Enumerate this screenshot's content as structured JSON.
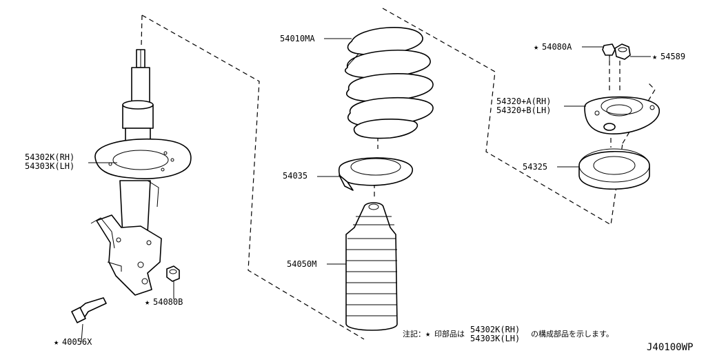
{
  "diagram_code": "J40100WP",
  "parts": [
    {
      "id": "strut",
      "labels": [
        "54302K(RH)",
        "54303K(LH)"
      ],
      "starred": false
    },
    {
      "id": "bolt",
      "labels": [
        "40056X"
      ],
      "starred": true
    },
    {
      "id": "nut-strut",
      "labels": [
        "54080B"
      ],
      "starred": true
    },
    {
      "id": "coil-spring",
      "labels": [
        "54010MA"
      ],
      "starred": false
    },
    {
      "id": "spring-seat",
      "labels": [
        "54035"
      ],
      "starred": false
    },
    {
      "id": "bound-bumper",
      "labels": [
        "54050M"
      ],
      "starred": false
    },
    {
      "id": "nut-mount-small",
      "labels": [
        "54080A"
      ],
      "starred": true
    },
    {
      "id": "nut-mount",
      "labels": [
        "54589"
      ],
      "starred": false
    },
    {
      "id": "strut-mount",
      "labels": [
        "54320+A(RH)",
        "54320+B(LH)"
      ],
      "starred": false
    },
    {
      "id": "bearing",
      "labels": [
        "54325"
      ],
      "starred": false
    }
  ],
  "note": {
    "prefix": "注記：",
    "text1": "印部品は",
    "parts": [
      "54302K(RH)",
      "54303K(LH)"
    ],
    "text2": "の構成部品を示します。"
  },
  "symbols": {
    "star": "★"
  }
}
